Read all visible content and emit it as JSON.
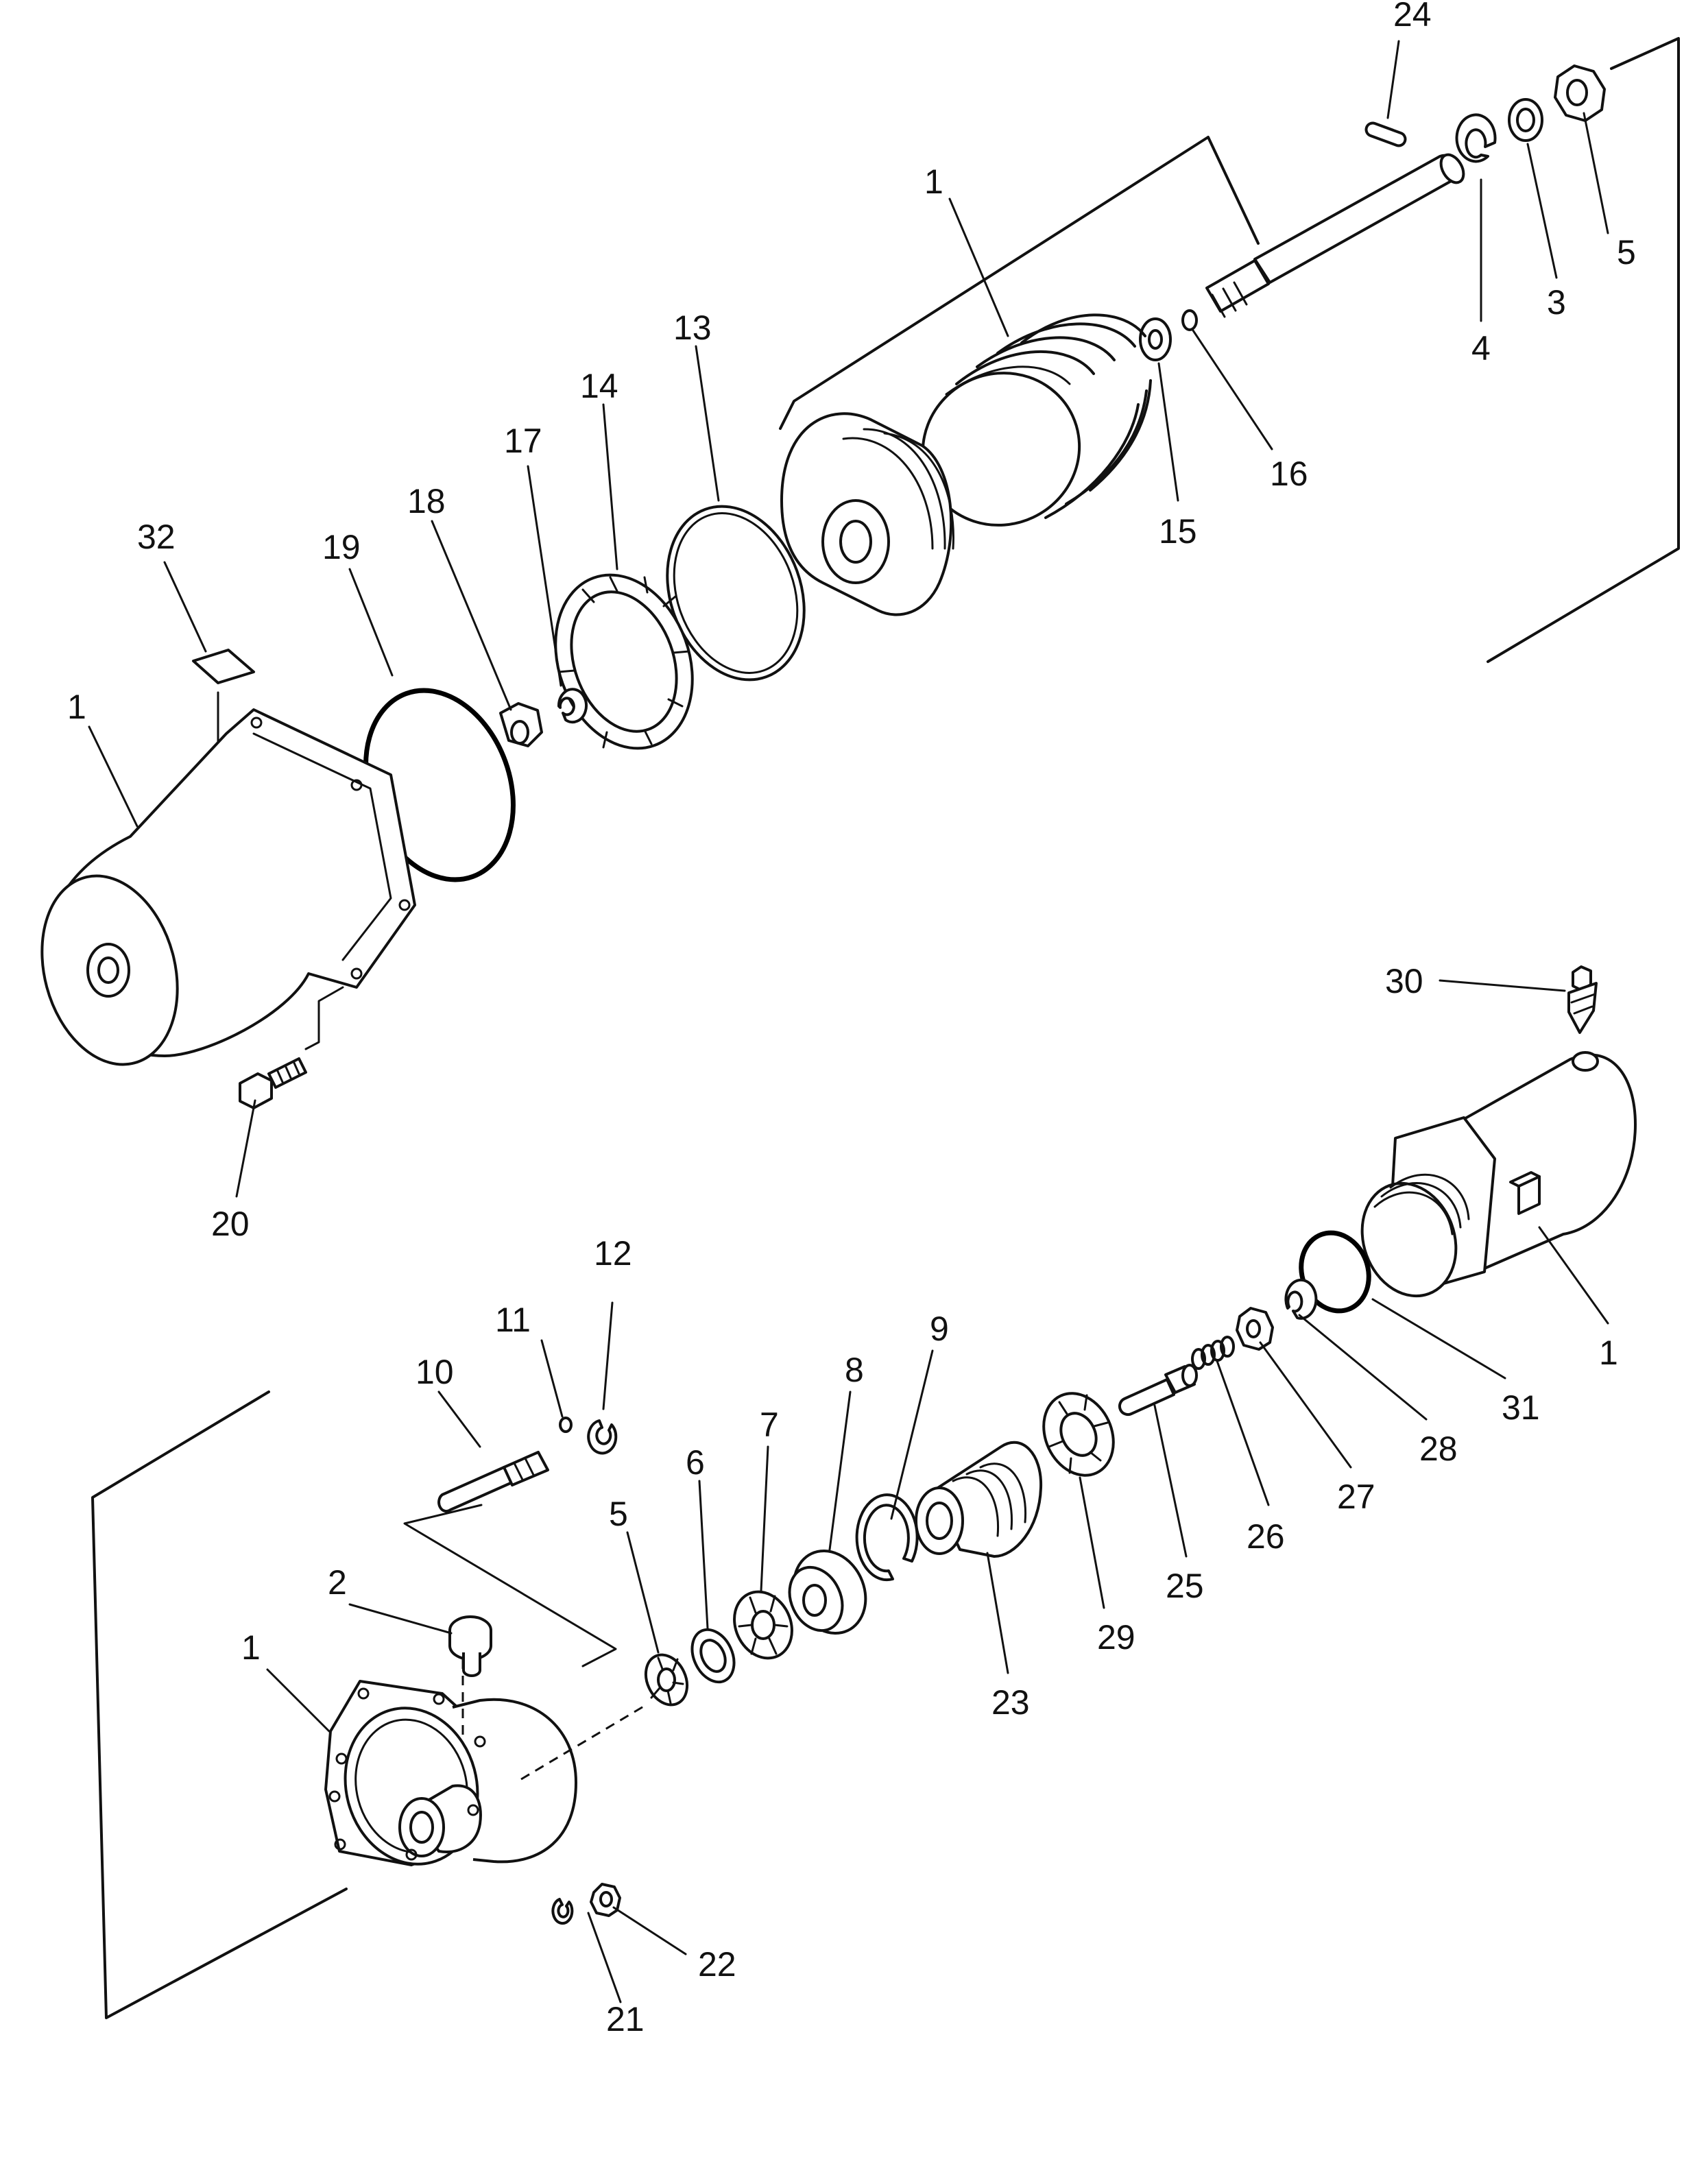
{
  "diagram": {
    "type": "exploded-parts-diagram",
    "callouts": [
      {
        "id": "c-24",
        "label": "24"
      },
      {
        "id": "c-5-top",
        "label": "5"
      },
      {
        "id": "c-3",
        "label": "3"
      },
      {
        "id": "c-4",
        "label": "4"
      },
      {
        "id": "c-1-top-assembly",
        "label": "1"
      },
      {
        "id": "c-16",
        "label": "16"
      },
      {
        "id": "c-15",
        "label": "15"
      },
      {
        "id": "c-13",
        "label": "13"
      },
      {
        "id": "c-14",
        "label": "14"
      },
      {
        "id": "c-17",
        "label": "17"
      },
      {
        "id": "c-18",
        "label": "18"
      },
      {
        "id": "c-19",
        "label": "19"
      },
      {
        "id": "c-32",
        "label": "32"
      },
      {
        "id": "c-1-housing",
        "label": "1"
      },
      {
        "id": "c-20",
        "label": "20"
      },
      {
        "id": "c-30",
        "label": "30"
      },
      {
        "id": "c-1-body",
        "label": "1"
      },
      {
        "id": "c-31",
        "label": "31"
      },
      {
        "id": "c-28",
        "label": "28"
      },
      {
        "id": "c-27",
        "label": "27"
      },
      {
        "id": "c-26",
        "label": "26"
      },
      {
        "id": "c-25",
        "label": "25"
      },
      {
        "id": "c-29",
        "label": "29"
      },
      {
        "id": "c-23",
        "label": "23"
      },
      {
        "id": "c-9",
        "label": "9"
      },
      {
        "id": "c-8",
        "label": "8"
      },
      {
        "id": "c-7",
        "label": "7"
      },
      {
        "id": "c-6",
        "label": "6"
      },
      {
        "id": "c-5-bottom",
        "label": "5"
      },
      {
        "id": "c-12",
        "label": "12"
      },
      {
        "id": "c-11",
        "label": "11"
      },
      {
        "id": "c-10",
        "label": "10"
      },
      {
        "id": "c-2",
        "label": "2"
      },
      {
        "id": "c-1-cover",
        "label": "1"
      },
      {
        "id": "c-22",
        "label": "22"
      },
      {
        "id": "c-21",
        "label": "21"
      }
    ]
  }
}
